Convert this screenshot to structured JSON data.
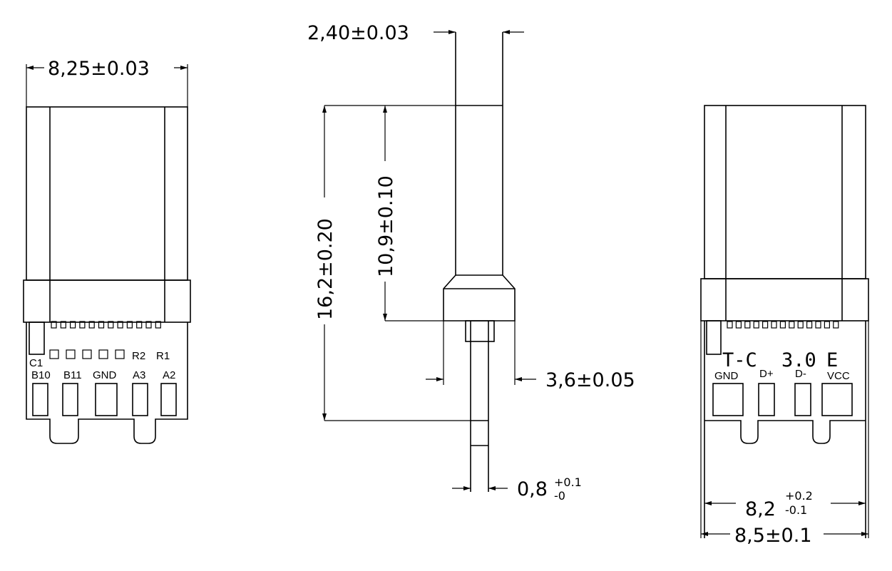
{
  "dimensions": {
    "left_width": "8,25±0.03",
    "thickness": "2,40±0.03",
    "overall_length": "16,2±0.20",
    "housing_length": "10,9±0.10",
    "body_width": "3,6±0.05",
    "pcb_thickness_base": "0,8",
    "pcb_thickness_tol_plus": "+0.1",
    "pcb_thickness_tol_minus": "-0",
    "pcb_width_base": "8,2",
    "pcb_width_tol_plus": "+0.2",
    "pcb_width_tol_minus": "-0.1",
    "overall_width": "8,5±0.1"
  },
  "left_view": {
    "component_label": "C1",
    "resistor_labels": [
      "R2",
      "R1"
    ],
    "pad_labels": [
      "B10",
      "B11",
      "GND",
      "A3",
      "A2"
    ]
  },
  "right_view": {
    "marking_left": "T-C",
    "marking_mid": "3.0",
    "marking_right": "E",
    "pad_labels": [
      "GND",
      "D+",
      "D-",
      "VCC"
    ]
  }
}
